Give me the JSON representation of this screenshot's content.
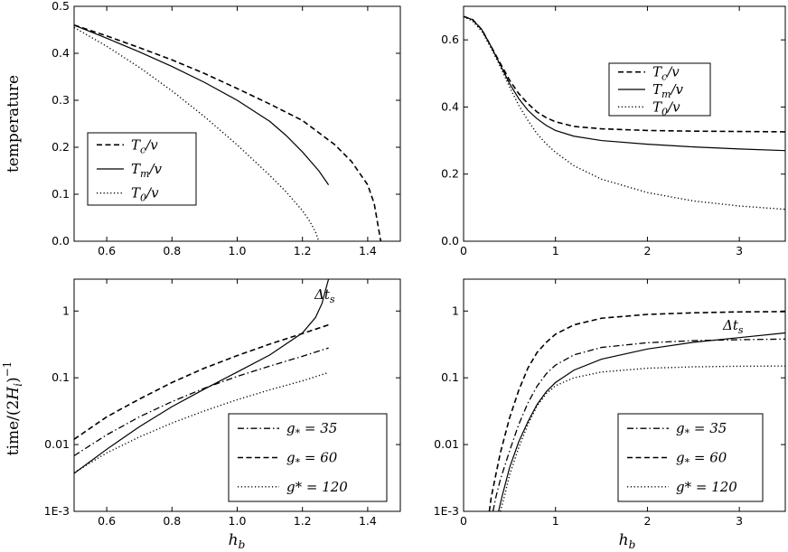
{
  "figure": {
    "ylabel_top": "temperature",
    "ylabel_bottom": "time/(2H_i)^-1",
    "xlabel": "h_b"
  },
  "chart_data": [
    {
      "type": "line",
      "panel": "top-left",
      "xlim": [
        0.5,
        1.5
      ],
      "ylim": [
        0,
        0.5
      ],
      "yscale": "linear",
      "xticks": [
        "0.6",
        "0.8",
        "1.0",
        "1.2",
        "1.4"
      ],
      "yticks": [
        "0.0",
        "0.1",
        "0.2",
        "0.3",
        "0.4",
        "0.5"
      ],
      "legend": "lower-left",
      "series": [
        {
          "name": "T_c/v",
          "style": "dashed",
          "x": [
            0.5,
            0.6,
            0.7,
            0.8,
            0.9,
            1.0,
            1.1,
            1.2,
            1.3,
            1.35,
            1.4,
            1.42,
            1.43,
            1.44
          ],
          "y": [
            0.46,
            0.437,
            0.412,
            0.386,
            0.357,
            0.325,
            0.292,
            0.257,
            0.205,
            0.17,
            0.12,
            0.08,
            0.04,
            0.0
          ]
        },
        {
          "name": "T_m/v",
          "style": "solid",
          "x": [
            0.5,
            0.6,
            0.7,
            0.8,
            0.9,
            1.0,
            1.1,
            1.15,
            1.2,
            1.25,
            1.28
          ],
          "y": [
            0.46,
            0.432,
            0.403,
            0.372,
            0.338,
            0.3,
            0.255,
            0.225,
            0.19,
            0.15,
            0.12
          ]
        },
        {
          "name": "T_0/v",
          "style": "dotted",
          "x": [
            0.5,
            0.6,
            0.7,
            0.8,
            0.9,
            1.0,
            1.1,
            1.15,
            1.2,
            1.22,
            1.24,
            1.25
          ],
          "y": [
            0.455,
            0.415,
            0.37,
            0.32,
            0.265,
            0.205,
            0.14,
            0.105,
            0.065,
            0.045,
            0.02,
            0.0
          ]
        }
      ]
    },
    {
      "type": "line",
      "panel": "top-right",
      "xlim": [
        0,
        3.5
      ],
      "ylim": [
        0,
        0.7
      ],
      "yscale": "linear",
      "xticks": [
        "0",
        "1",
        "2",
        "3"
      ],
      "yticks": [
        "0.0",
        "0.2",
        "0.4",
        "0.6"
      ],
      "legend": "top-right",
      "series": [
        {
          "name": "T_c/v",
          "style": "dashed",
          "x": [
            0,
            0.1,
            0.2,
            0.3,
            0.4,
            0.5,
            0.6,
            0.7,
            0.8,
            0.9,
            1.0,
            1.2,
            1.5,
            2.0,
            2.5,
            3.0,
            3.5
          ],
          "y": [
            0.67,
            0.66,
            0.63,
            0.58,
            0.53,
            0.48,
            0.44,
            0.41,
            0.385,
            0.368,
            0.356,
            0.342,
            0.335,
            0.33,
            0.328,
            0.327,
            0.326
          ]
        },
        {
          "name": "T_m/v",
          "style": "solid",
          "x": [
            0,
            0.1,
            0.2,
            0.3,
            0.4,
            0.5,
            0.6,
            0.7,
            0.8,
            0.9,
            1.0,
            1.2,
            1.5,
            2.0,
            2.5,
            3.0,
            3.5
          ],
          "y": [
            0.67,
            0.66,
            0.63,
            0.58,
            0.525,
            0.47,
            0.425,
            0.39,
            0.365,
            0.345,
            0.33,
            0.313,
            0.3,
            0.289,
            0.281,
            0.275,
            0.27
          ]
        },
        {
          "name": "T_0/v",
          "style": "dotted",
          "x": [
            0,
            0.1,
            0.2,
            0.3,
            0.4,
            0.5,
            0.6,
            0.7,
            0.8,
            0.9,
            1.0,
            1.2,
            1.5,
            2.0,
            2.5,
            3.0,
            3.5
          ],
          "y": [
            0.67,
            0.655,
            0.625,
            0.575,
            0.52,
            0.46,
            0.405,
            0.36,
            0.32,
            0.29,
            0.265,
            0.225,
            0.185,
            0.145,
            0.12,
            0.105,
            0.095
          ]
        }
      ]
    },
    {
      "type": "line",
      "panel": "bottom-left",
      "xlim": [
        0.5,
        1.5
      ],
      "ylim": [
        0.001,
        3
      ],
      "yscale": "log",
      "xticks": [
        "0.6",
        "0.8",
        "1.0",
        "1.2",
        "1.4"
      ],
      "yticks": [
        "1E-3",
        "0.01",
        "0.1",
        "1"
      ],
      "legend": "lower-right",
      "annotation": "Δt_s",
      "series": [
        {
          "name": "Δt_s",
          "style": "solid",
          "x": [
            0.5,
            0.6,
            0.7,
            0.8,
            0.9,
            1.0,
            1.1,
            1.2,
            1.24,
            1.26,
            1.27,
            1.28
          ],
          "y": [
            0.0037,
            0.0085,
            0.0185,
            0.037,
            0.068,
            0.122,
            0.22,
            0.47,
            0.8,
            1.3,
            2.0,
            3.0
          ]
        },
        {
          "name": "g_* = 35",
          "style": "dash-dot",
          "x": [
            0.5,
            0.6,
            0.7,
            0.8,
            0.9,
            1.0,
            1.1,
            1.2,
            1.28
          ],
          "y": [
            0.0068,
            0.014,
            0.026,
            0.044,
            0.07,
            0.105,
            0.15,
            0.21,
            0.28
          ]
        },
        {
          "name": "g_* = 60",
          "style": "dashed",
          "x": [
            0.5,
            0.6,
            0.7,
            0.8,
            0.9,
            1.0,
            1.1,
            1.2,
            1.28
          ],
          "y": [
            0.012,
            0.026,
            0.048,
            0.085,
            0.14,
            0.215,
            0.32,
            0.46,
            0.62
          ]
        },
        {
          "name": "g* = 120",
          "style": "dotted",
          "x": [
            0.5,
            0.6,
            0.7,
            0.8,
            0.9,
            1.0,
            1.1,
            1.2,
            1.28
          ],
          "y": [
            0.0038,
            0.0075,
            0.013,
            0.021,
            0.032,
            0.047,
            0.066,
            0.09,
            0.12
          ]
        }
      ]
    },
    {
      "type": "line",
      "panel": "bottom-right",
      "xlim": [
        0,
        3.5
      ],
      "ylim": [
        0.001,
        3
      ],
      "yscale": "log",
      "xticks": [
        "0",
        "1",
        "2",
        "3"
      ],
      "yticks": [
        "1E-3",
        "0.01",
        "0.1",
        "1"
      ],
      "legend": "lower-right",
      "annotation": "Δt_s",
      "series": [
        {
          "name": "Δt_s",
          "style": "solid",
          "x": [
            0.38,
            0.42,
            0.5,
            0.6,
            0.7,
            0.8,
            0.9,
            1.0,
            1.2,
            1.5,
            2.0,
            2.5,
            3.0,
            3.5
          ],
          "y": [
            0.001,
            0.0017,
            0.0045,
            0.011,
            0.022,
            0.04,
            0.062,
            0.085,
            0.13,
            0.19,
            0.27,
            0.34,
            0.4,
            0.47
          ]
        },
        {
          "name": "g_* = 35",
          "style": "dash-dot",
          "x": [
            0.32,
            0.35,
            0.4,
            0.5,
            0.6,
            0.7,
            0.8,
            0.9,
            1.0,
            1.2,
            1.5,
            2.0,
            2.5,
            3.0,
            3.5
          ],
          "y": [
            0.001,
            0.0016,
            0.003,
            0.008,
            0.02,
            0.042,
            0.075,
            0.115,
            0.155,
            0.22,
            0.285,
            0.335,
            0.36,
            0.372,
            0.38
          ]
        },
        {
          "name": "g_* = 60",
          "style": "dashed",
          "x": [
            0.28,
            0.3,
            0.35,
            0.4,
            0.5,
            0.6,
            0.7,
            0.8,
            0.9,
            1.0,
            1.2,
            1.5,
            2.0,
            2.5,
            3.0,
            3.5
          ],
          "y": [
            0.001,
            0.0016,
            0.0035,
            0.0075,
            0.025,
            0.065,
            0.14,
            0.24,
            0.34,
            0.45,
            0.62,
            0.78,
            0.89,
            0.94,
            0.97,
            0.98
          ]
        },
        {
          "name": "g* = 120",
          "style": "dotted",
          "x": [
            0.4,
            0.45,
            0.5,
            0.6,
            0.7,
            0.8,
            0.9,
            1.0,
            1.2,
            1.5,
            2.0,
            2.5,
            3.0,
            3.5
          ],
          "y": [
            0.001,
            0.0018,
            0.0035,
            0.009,
            0.02,
            0.038,
            0.058,
            0.076,
            0.1,
            0.122,
            0.139,
            0.146,
            0.149,
            0.15
          ]
        }
      ]
    }
  ]
}
